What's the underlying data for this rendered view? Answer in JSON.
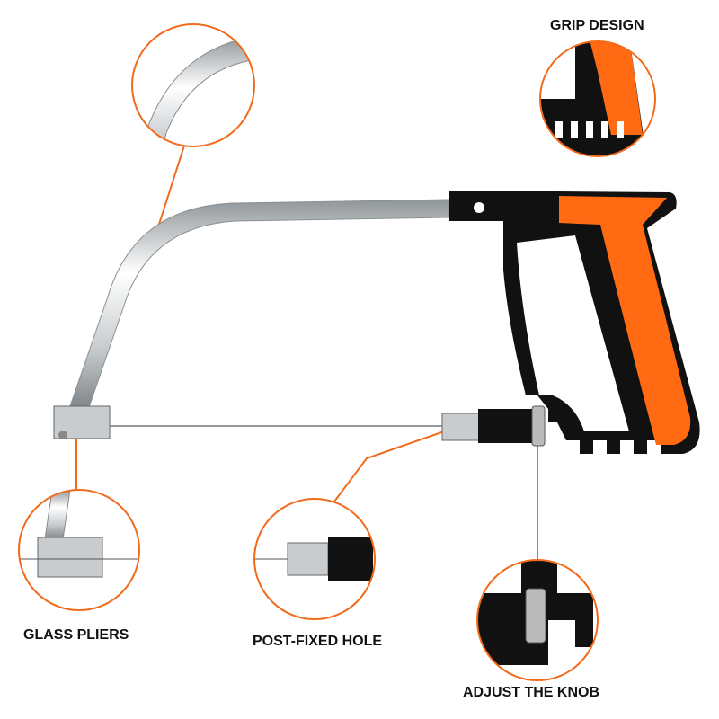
{
  "labels": {
    "grip": "GRIP DESIGN",
    "pliers": "GLASS PLIERS",
    "hole": "POST-FIXED HOLE",
    "knob": "ADJUST THE KNOB"
  },
  "colors": {
    "accent": "#F26A1B",
    "handle_orange": "#FF6A13",
    "handle_black": "#111111",
    "frame": "#D8DCDF"
  }
}
